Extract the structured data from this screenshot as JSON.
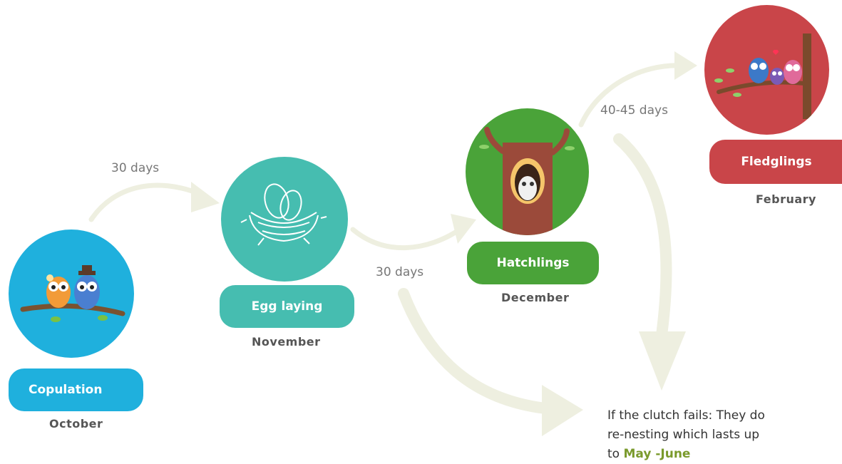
{
  "stages": [
    {
      "id": "copulation",
      "label": "Copulation",
      "month": "October",
      "color": "#1fb0dd"
    },
    {
      "id": "egg-laying",
      "label": "Egg laying",
      "month": "November",
      "color": "#46bdb0"
    },
    {
      "id": "hatchlings",
      "label": "Hatchlings",
      "month": "December",
      "color": "#4aa339"
    },
    {
      "id": "fledglings",
      "label": "Fledglings",
      "month": "February",
      "color": "#c94549"
    }
  ],
  "durations": [
    "30 days",
    "30 days",
    "40-45 days"
  ],
  "note": {
    "text": "If the clutch fails: They do re-nesting which lasts up to",
    "highlight": "May -June"
  },
  "colors": {
    "arrow": "#eeefe0",
    "highlight": "#7a9a2c"
  }
}
